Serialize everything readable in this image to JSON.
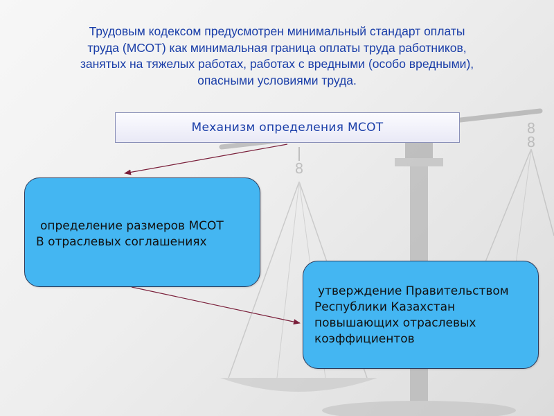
{
  "intro": {
    "lines": [
      "Трудовым кодексом предусмотрен минимальный стандарт оплаты",
      "труда (МСОТ) как минимальная граница оплаты труда работников,",
      "занятых на тяжелых работах, работах с вредными (особо вредными),",
      "опасными условиями труда."
    ]
  },
  "diagram": {
    "mechanism_label": "Механизм определения МСОТ",
    "left_box": {
      "lines": [
        "определение размеров МСОТ",
        "В отраслевых соглашениях"
      ]
    },
    "right_box": {
      "lines": [
        "утверждение Правительством",
        "Республики Казахстан",
        "повышающих отраслевых",
        "коэффициентов"
      ]
    }
  },
  "colors": {
    "title_text": "#1a3ea8",
    "box_fill": "#44b6f2",
    "box_border": "#2c3a5a",
    "mechanism_fill": "#f2f2fb",
    "arrow": "#7a1f3a"
  },
  "decoration": {
    "background": "balance-scales-watermark"
  }
}
